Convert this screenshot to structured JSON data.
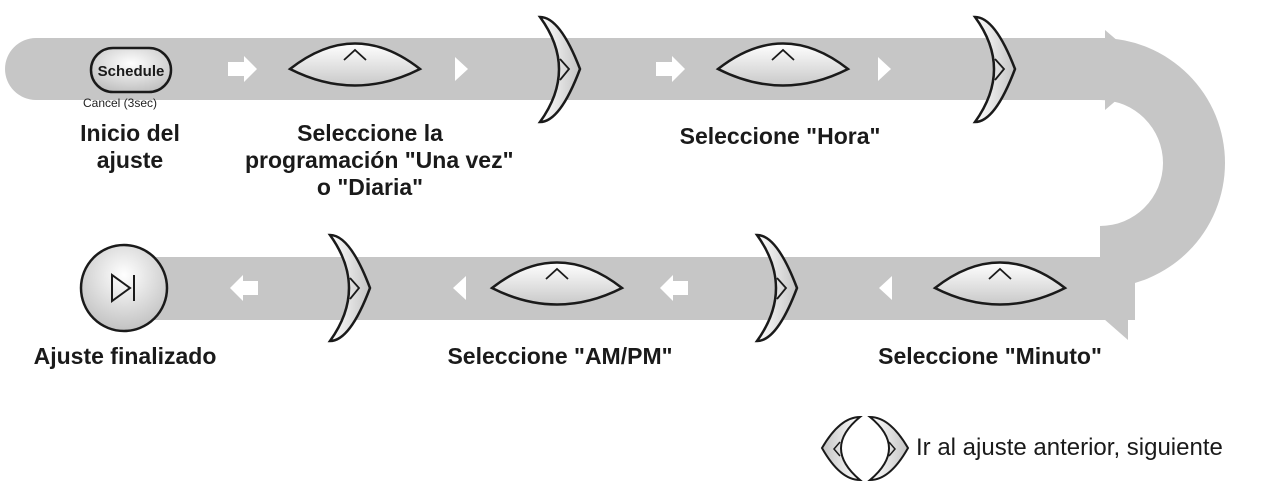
{
  "diagram": {
    "start_button": {
      "label": "Schedule",
      "sublabel": "Cancel (3sec)"
    },
    "steps": {
      "start": [
        "Inicio del",
        "ajuste"
      ],
      "select_schedule": [
        "Seleccione la",
        "programación \"Una vez\"",
        "o \"Diaria\""
      ],
      "select_hour": [
        "Seleccione \"Hora\""
      ],
      "select_minute": [
        "Seleccione \"Minuto\""
      ],
      "select_ampm": [
        "Seleccione \"AM/PM\""
      ],
      "finish": [
        "Ajuste finalizado"
      ]
    },
    "legend": {
      "text": "Ir al ajuste anterior, siguiente"
    },
    "colors": {
      "track": "#c6c6c6",
      "arrow": "#ffffff",
      "outline": "#1a1a1a",
      "button_fill": "#e4e4e4"
    },
    "icons": {
      "up": "chevron-up-icon",
      "right": "chevron-right-icon",
      "left": "chevron-left-icon",
      "play_pause": "play-pause-icon"
    }
  }
}
